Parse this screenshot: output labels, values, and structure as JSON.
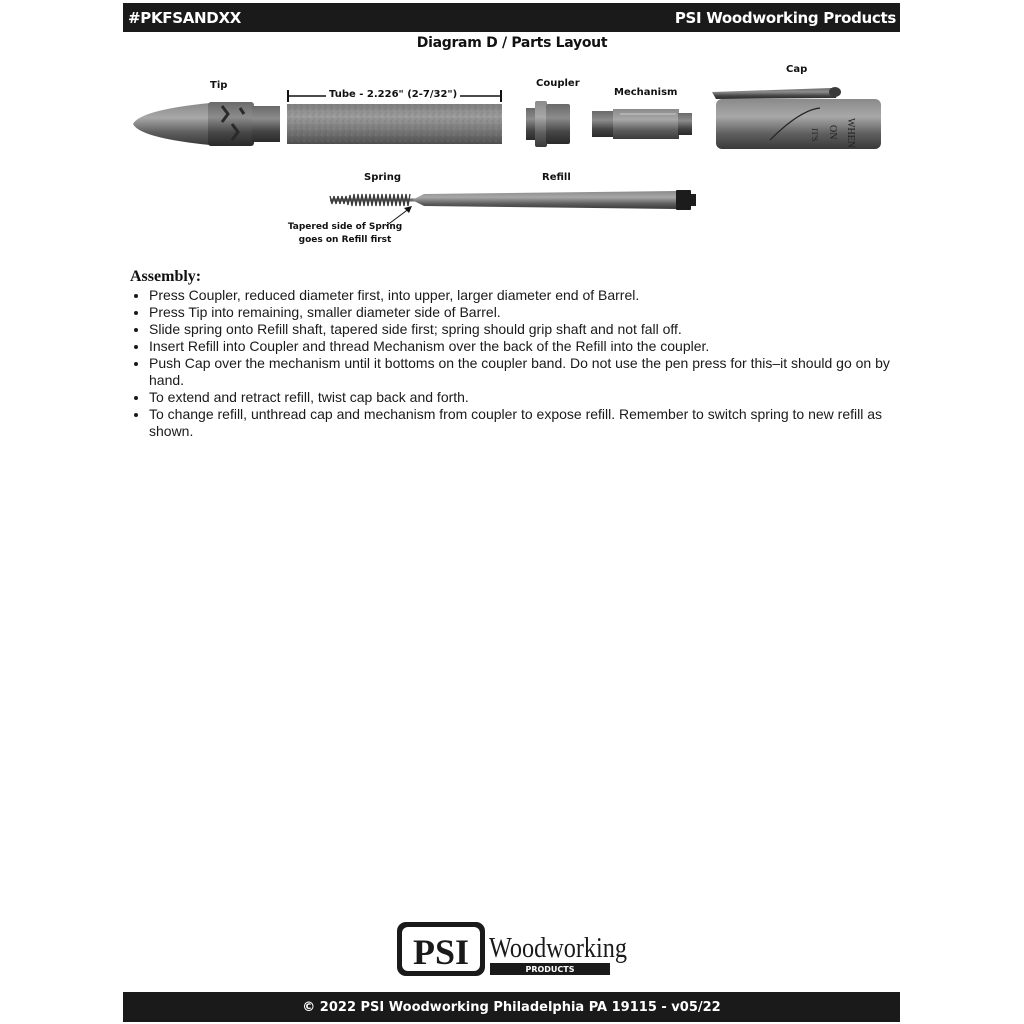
{
  "header": {
    "sku": "#PKFSANDXX",
    "brand": "PSI Woodworking Products"
  },
  "diagram": {
    "title": "Diagram D / Parts Layout",
    "labels": {
      "tip": "Tip",
      "tube": "Tube - 2.226\" (2-7/32\")",
      "coupler": "Coupler",
      "mechanism": "Mechanism",
      "cap": "Cap",
      "spring": "Spring",
      "refill": "Refill"
    },
    "spring_note": [
      "Tapered side of Spring",
      "goes on Refill first"
    ],
    "cap_engraving": [
      "WHEN",
      "ON",
      "IT'S"
    ]
  },
  "assembly": {
    "heading": "Assembly:",
    "steps": [
      "Press Coupler, reduced diameter first, into upper, larger diameter end of Barrel.",
      "Press Tip into remaining, smaller diameter side of Barrel.",
      "Slide spring onto Refill shaft, tapered side first; spring should grip shaft and not fall off.",
      "Insert Refill into Coupler and thread Mechanism over the back of the Refill into the coupler.",
      "Push Cap over the mechanism until it bottoms on the coupler band. Do not use the pen press for this–it should go on by hand.",
      "To extend and retract refill, twist cap back and forth.",
      "To change refill, unthread cap and mechanism from coupler to expose refill. Remember to switch spring to new refill as shown."
    ]
  },
  "logo": {
    "mark": "PSI",
    "word": "Woodworking",
    "sub": "PRODUCTS"
  },
  "footer": {
    "copyright": "© 2022 PSI Woodworking Philadelphia PA 19115 - v05/22"
  },
  "colors": {
    "bar": "#1a1a1a",
    "metal": "#6b6b6b",
    "metal_dark": "#3f3f3f",
    "metal_light": "#9a9a9a"
  }
}
